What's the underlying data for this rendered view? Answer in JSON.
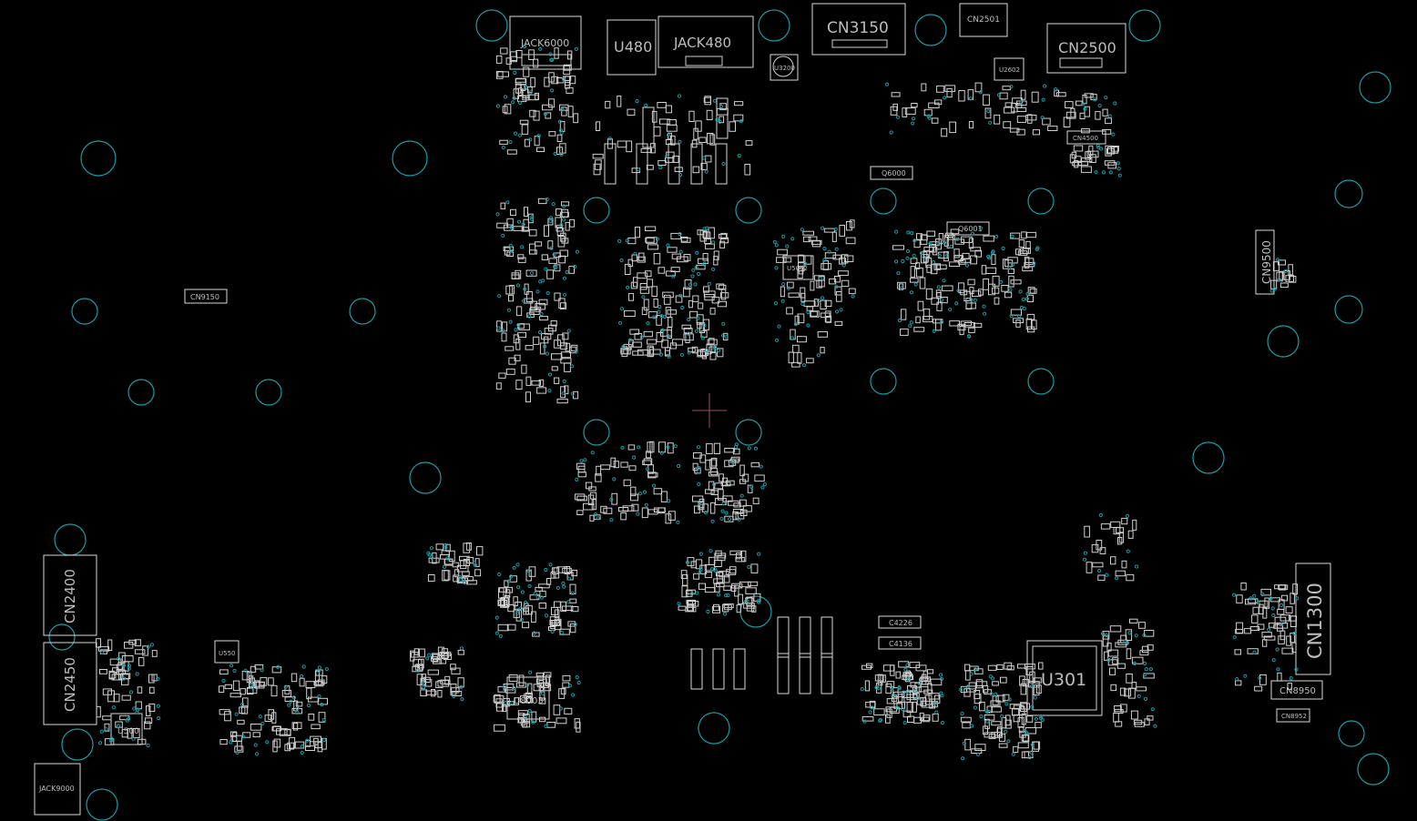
{
  "board": {
    "background": "#000000",
    "outline_color": "#d9d9d9",
    "hole_color": "#1a9ba6",
    "cursor_color": "#a05060",
    "components": [
      {
        "id": "JACK6000",
        "kind": "connector"
      },
      {
        "id": "U480",
        "kind": "ic"
      },
      {
        "id": "JACK480",
        "kind": "connector"
      },
      {
        "id": "U3200",
        "kind": "ic"
      },
      {
        "id": "CN3150",
        "kind": "connector"
      },
      {
        "id": "CN2501",
        "kind": "connector"
      },
      {
        "id": "U2602",
        "kind": "ic"
      },
      {
        "id": "CN2500",
        "kind": "connector"
      },
      {
        "id": "CN4500",
        "kind": "connector"
      },
      {
        "id": "Q6000",
        "kind": "transistor"
      },
      {
        "id": "Q6001",
        "kind": "transistor"
      },
      {
        "id": "U5062",
        "kind": "ic"
      },
      {
        "id": "CN9150",
        "kind": "connector"
      },
      {
        "id": "CN9500",
        "kind": "connector"
      },
      {
        "id": "CN2400",
        "kind": "connector"
      },
      {
        "id": "CN2450",
        "kind": "connector"
      },
      {
        "id": "U500",
        "kind": "ic"
      },
      {
        "id": "U550",
        "kind": "ic"
      },
      {
        "id": "JACK9000",
        "kind": "connector"
      },
      {
        "id": "U8003",
        "kind": "ic"
      },
      {
        "id": "C4226",
        "kind": "capacitor"
      },
      {
        "id": "C4136",
        "kind": "capacitor"
      },
      {
        "id": "U301",
        "kind": "ic"
      },
      {
        "id": "CN1300",
        "kind": "connector"
      },
      {
        "id": "CN8950",
        "kind": "connector"
      },
      {
        "id": "CN8952",
        "kind": "connector"
      }
    ]
  }
}
